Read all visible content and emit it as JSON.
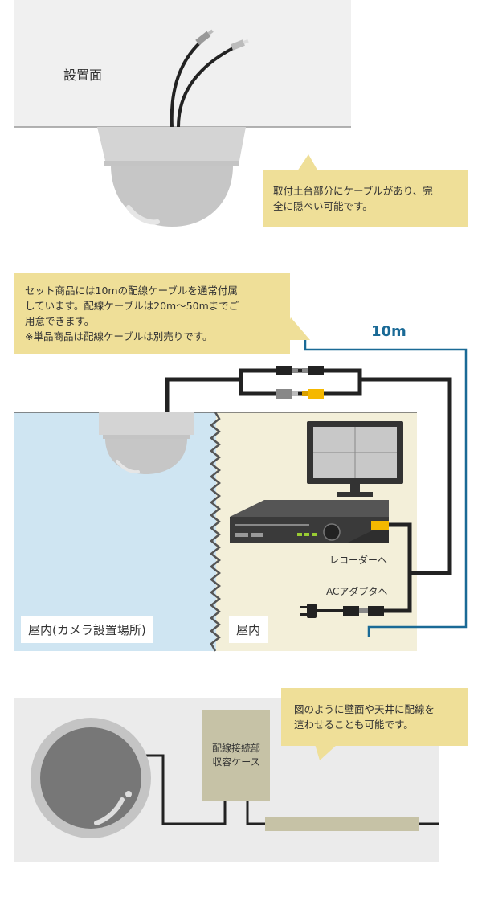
{
  "section1": {
    "surface_label": "設置面",
    "note_line1": "取付土台部分にケーブルがあり、完",
    "note_line2": "全に隠ぺい可能です。"
  },
  "section2": {
    "note_line1": "セット商品には10mの配線ケーブルを通常付属",
    "note_line2": "しています。配線ケーブルは20m〜50mまでご",
    "note_line3": "用意できます。",
    "note_line4": "※単品商品は配線ケーブルは別売りです。",
    "length_label": "10m",
    "recorder_label": "レコーダーへ",
    "adapter_label": "ACアダプタへ",
    "left_room_label": "屋内(カメラ設置場所)",
    "right_room_label": "屋内",
    "colors": {
      "accent_blue": "#1a6a96",
      "indoor_left": "#cfe5f2",
      "indoor_right": "#f3efd9",
      "bubble": "#efdf98",
      "cable": "#222222",
      "connector_yellow": "#f5b800"
    }
  },
  "section3": {
    "box_line1": "配線接続部",
    "box_line2": "収容ケース",
    "note_line1": "図のように壁面や天井に配線を",
    "note_line2": "這わせることも可能です。"
  }
}
